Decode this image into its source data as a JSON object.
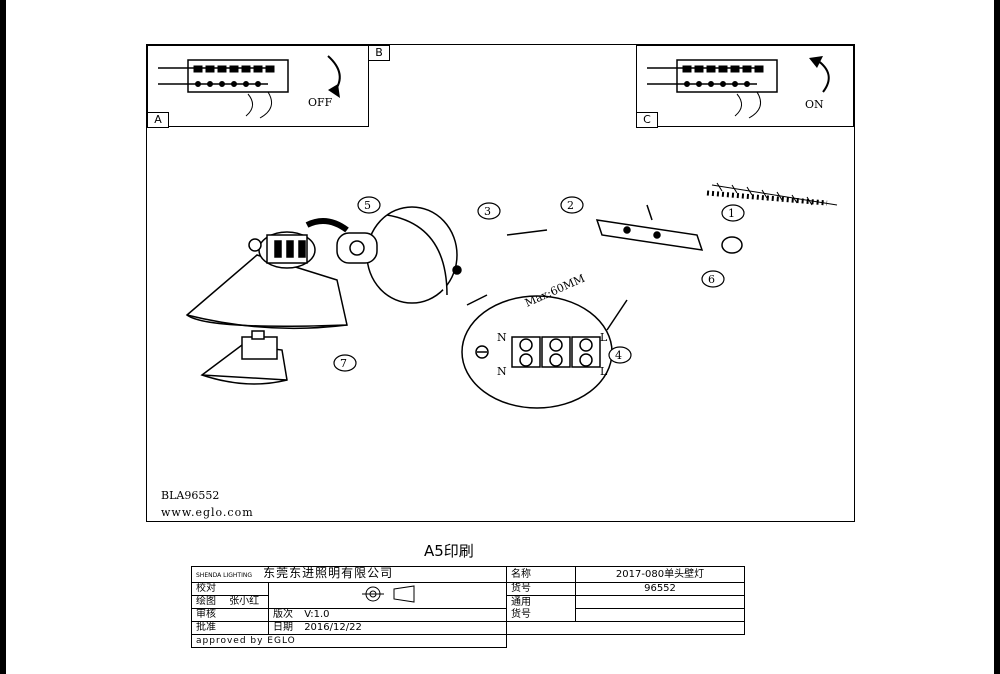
{
  "panels": {
    "a_tag": "A",
    "b_tag": "B",
    "c_tag": "C",
    "off_label": "OFF",
    "on_label": "ON"
  },
  "steps": [
    "1",
    "2",
    "3",
    "4",
    "5",
    "6",
    "7"
  ],
  "wiring": {
    "n_top": "N",
    "n_bottom": "N",
    "l_top": "L",
    "l_bottom": "L",
    "max_label": "Max:60MM"
  },
  "footer": {
    "model": "BLA96552",
    "website": "www.eglo.com"
  },
  "print_title": "A5印刷",
  "title_block": {
    "logo_text": "SHENDA LIGHTING",
    "company": "东莞东进照明有限公司",
    "name_label": "名称",
    "name_value": "2017-080单头壁灯",
    "check_label": "校对",
    "number_label": "货号",
    "number_value": "96552",
    "draw_label": "绘图",
    "draw_value": "张小红",
    "general_label": "通用",
    "general_label2": "货号",
    "review_label": "审核",
    "version_label": "版次",
    "version_value": "V:1.0",
    "approve_label": "批准",
    "date_label": "日期",
    "date_value": "2016/12/22",
    "approved_by": "approved by EGLO"
  }
}
